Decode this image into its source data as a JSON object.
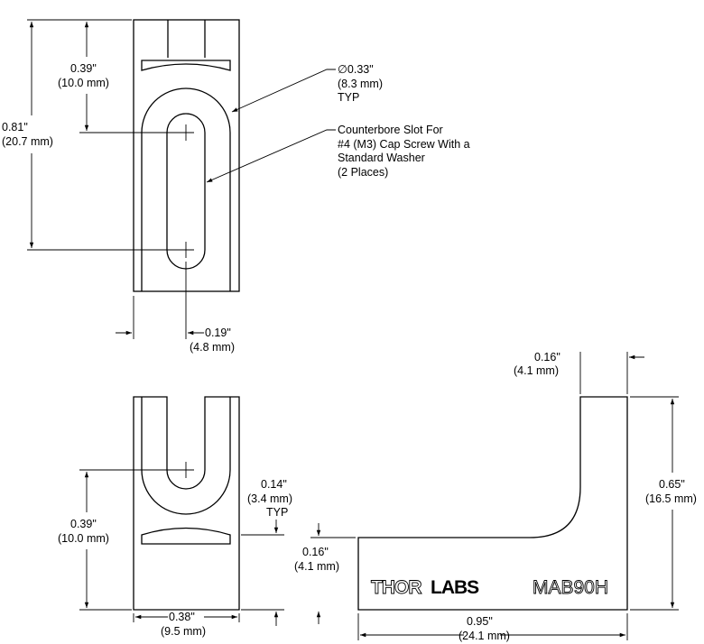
{
  "top_view": {
    "diameter": {
      "value": "∅0.33\"",
      "metric": "(8.3 mm)",
      "note": "TYP"
    },
    "slot_note": [
      "Counterbore Slot For",
      "#4 (M3) Cap Screw With a",
      "Standard Washer",
      "(2 Places)"
    ],
    "height_dim": {
      "inch": "0.81\"",
      "mm": "(20.7 mm)"
    },
    "center_dim": {
      "inch": "0.39\"",
      "mm": "(10.0 mm)"
    },
    "offset_dim": {
      "inch": "0.19\"",
      "mm": "(4.8 mm)"
    }
  },
  "front_view": {
    "center_dim": {
      "inch": "0.39\"",
      "mm": "(10.0 mm)"
    },
    "width_dim": {
      "inch": "0.38\"",
      "mm": "(9.5 mm)"
    },
    "lip_dim": {
      "inch": "0.14\"",
      "mm": "(3.4 mm)",
      "note": "TYP"
    }
  },
  "side_view": {
    "brand_outline": "THOR",
    "brand_solid": "LABS",
    "part_number": "MAB90H",
    "top_thickness": {
      "inch": "0.16\"",
      "mm": "(4.1 mm)"
    },
    "base_thickness": {
      "inch": "0.16\"",
      "mm": "(4.1 mm)"
    },
    "height_dim": {
      "inch": "0.65\"",
      "mm": "(16.5 mm)"
    },
    "length_dim": {
      "inch": "0.95\"",
      "mm": "(24.1 mm)"
    }
  },
  "colors": {
    "line": "#000000",
    "background": "#ffffff"
  }
}
